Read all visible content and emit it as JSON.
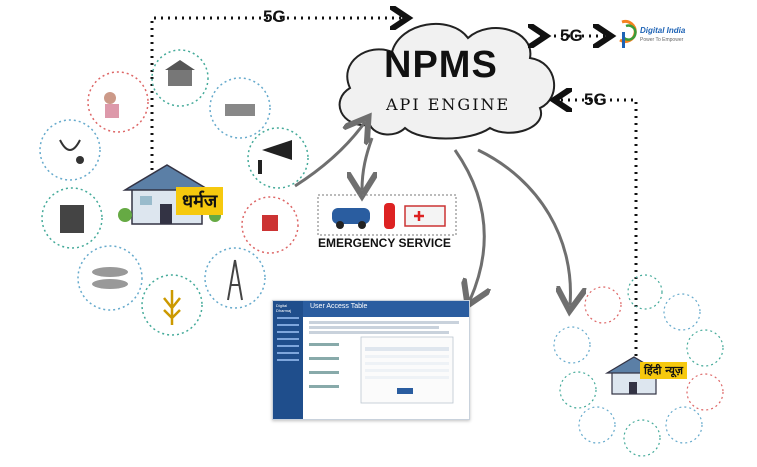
{
  "engine": {
    "title": "NPMS",
    "subtitle": "API ENGINE"
  },
  "links": [
    {
      "label": "5G"
    },
    {
      "label": "5G"
    },
    {
      "label": "5G"
    }
  ],
  "village_left": {
    "name": "धर्मज"
  },
  "village_right": {
    "name": "हिंदी न्यूज़"
  },
  "emergency": {
    "label": "EMERGENCY SERVICE"
  },
  "digital_india": {
    "name": "Digital India",
    "tagline": "Power To Empower"
  },
  "app_screen": {
    "title": "User Access Table",
    "sidebar_logo": "Digital Dharmaj"
  },
  "colors": {
    "cloud_fill": "#f1f1f1",
    "cloud_stroke": "#222222",
    "arrow": "#6f6f6f",
    "dotted": "#111111",
    "highlight": "#f6c90e",
    "app_blue": "#2a5da0"
  },
  "icons": [
    "bank-icon",
    "family-icon",
    "drone-truck-icon",
    "cctv-icon",
    "stethoscope-icon",
    "meter-icon",
    "smart-meter-icon",
    "wheat-icon",
    "tower-icon",
    "shopping-icon",
    "police-car-icon",
    "fire-extinguisher-icon",
    "ambulance-icon",
    "house-icon"
  ]
}
